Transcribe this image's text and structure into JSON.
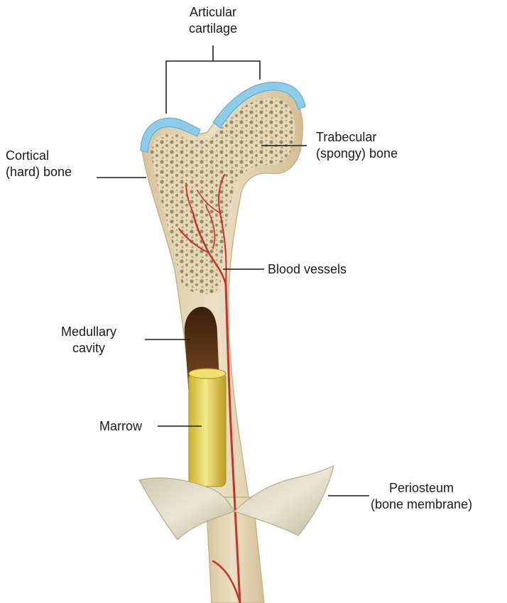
{
  "labels": {
    "articular_cartilage": [
      "Articular",
      "cartilage"
    ],
    "cortical_bone": [
      "Cortical",
      "(hard) bone"
    ],
    "trabecular_bone": [
      "Trabecular",
      "(spongy) bone"
    ],
    "blood_vessels": "Blood vessels",
    "medullary_cavity": [
      "Medullary",
      "cavity"
    ],
    "marrow": "Marrow",
    "periosteum": [
      "Periosteum",
      "(bone membrane)"
    ]
  },
  "colors": {
    "bone": "#e2d1ad",
    "bone_outline": "#cdb98f",
    "cartilage": "#8ecbe8",
    "vessel": "#c0362c",
    "cavity": "#4a2a12",
    "marrow": "#e8d85a",
    "membrane": "#d9d4bf",
    "leader_line": "#1a1a1a"
  }
}
